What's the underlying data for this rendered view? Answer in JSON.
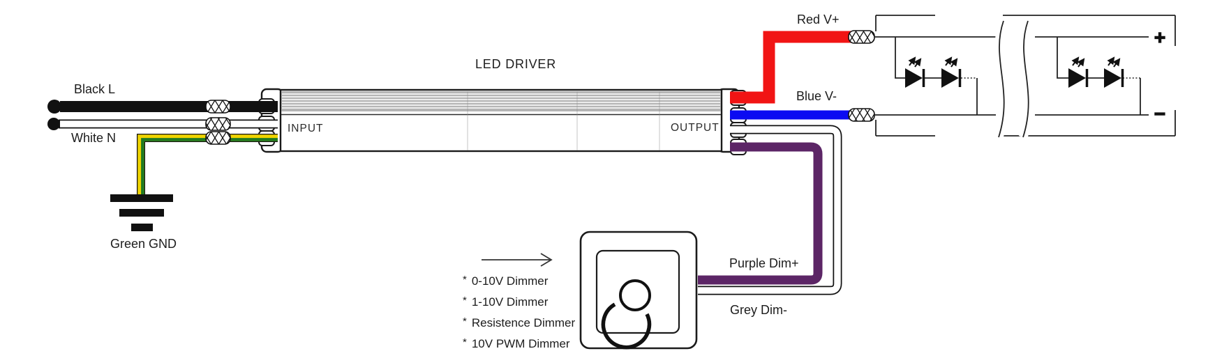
{
  "driver": {
    "title": "LED DRIVER",
    "input_label": "INPUT",
    "output_label": "OUTPUT"
  },
  "ac_input": {
    "line_label": "Black L",
    "neutral_label": "White N",
    "ground_label": "Green GND"
  },
  "dc_output": {
    "positive_label": "Red V+",
    "negative_label": "Blue V-",
    "dim_positive_label": "Purple Dim+",
    "dim_negative_label": "Grey Dim-"
  },
  "led_strip": {
    "positive_terminal": "+",
    "negative_terminal": "−"
  },
  "dimmer": {
    "bullet": "*",
    "compatible_types": [
      "0-10V Dimmer",
      "1-10V Dimmer",
      "Resistence Dimmer",
      "10V PWM Dimmer"
    ]
  },
  "colors": {
    "line_black": "#111111",
    "neutral_white": "#ffffff",
    "ground_yellow": "#efd400",
    "ground_green": "#1f7a22",
    "v_plus_red": "#f11414",
    "v_minus_blue": "#0b0bf2",
    "dim_plus_purple": "#5c2566",
    "dim_minus_grey": "#ffffff"
  }
}
